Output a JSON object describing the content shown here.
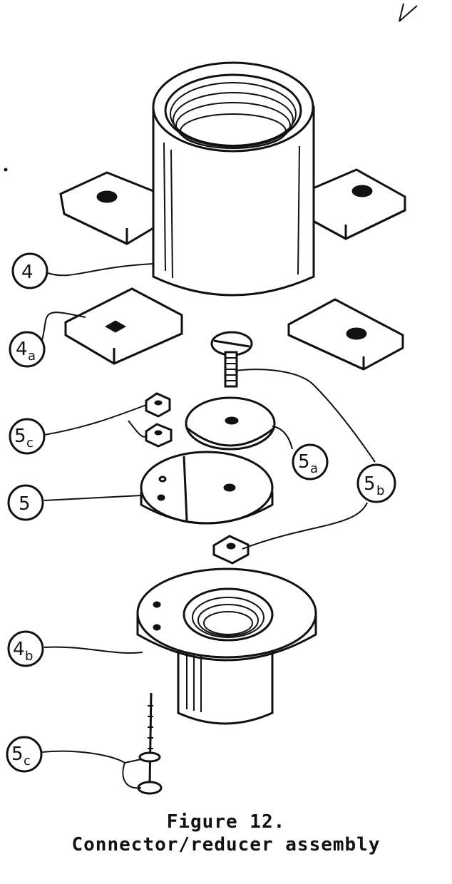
{
  "labels": {
    "part_4": {
      "num": "4",
      "sub": ""
    },
    "part_4a": {
      "num": "4",
      "sub": "a"
    },
    "part_5c_top": {
      "num": "5",
      "sub": "c"
    },
    "part_5a": {
      "num": "5",
      "sub": "a"
    },
    "part_5b": {
      "num": "5",
      "sub": "b"
    },
    "part_5": {
      "num": "5",
      "sub": ""
    },
    "part_4b": {
      "num": "4",
      "sub": "b"
    },
    "part_5c_bottom": {
      "num": "5",
      "sub": "c"
    }
  },
  "caption": {
    "line1": "Figure 12.",
    "line2": "Connector/reducer assembly"
  }
}
